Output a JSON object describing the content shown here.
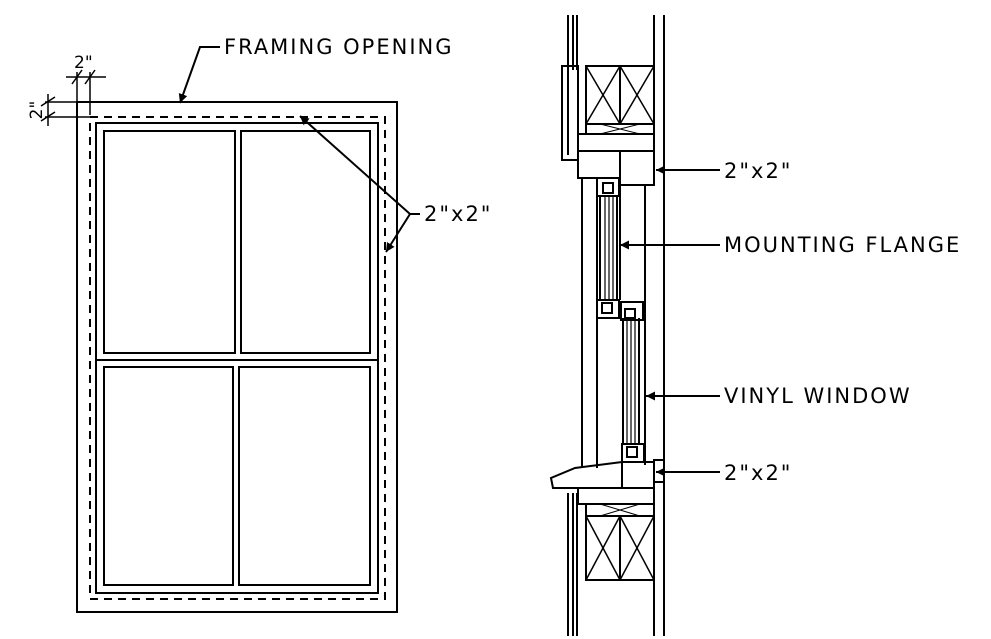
{
  "labels": {
    "framing_opening": "FRAMING OPENING",
    "dim_top": "2\"",
    "dim_side": "2\"",
    "elevation_2x2": "2\"x2\"",
    "section_top_2x2": "2\"x2\"",
    "mounting_flange": "MOUNTING FLANGE",
    "vinyl_window": "VINYL WINDOW",
    "section_bottom_2x2": "2\"x2\""
  },
  "colors": {
    "line": "#000000",
    "background": "#ffffff"
  }
}
